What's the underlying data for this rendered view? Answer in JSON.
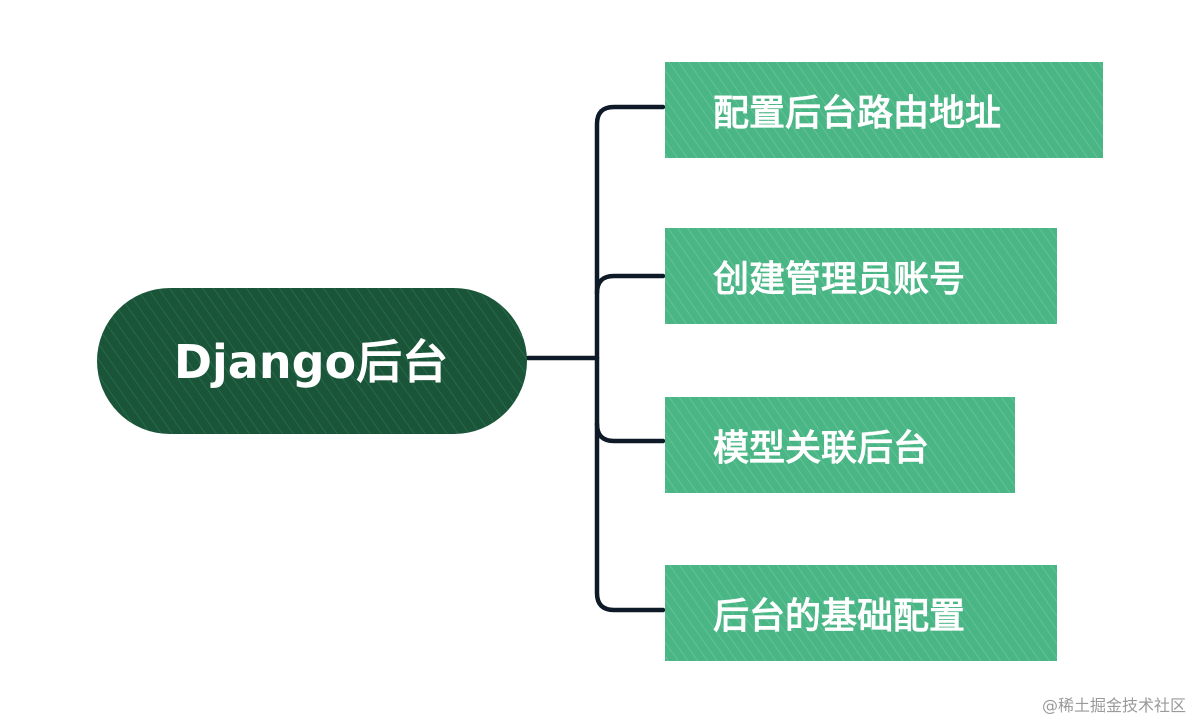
{
  "root": {
    "label": "Django后台",
    "color": "#1a5539"
  },
  "children": [
    {
      "label": "配置后台路由地址"
    },
    {
      "label": "创建管理员账号"
    },
    {
      "label": "模型关联后台"
    },
    {
      "label": "后台的基础配置"
    }
  ],
  "child_color": "#4ab585",
  "connector_color": "#0e1a27",
  "watermark": "@稀土掘金技术社区"
}
